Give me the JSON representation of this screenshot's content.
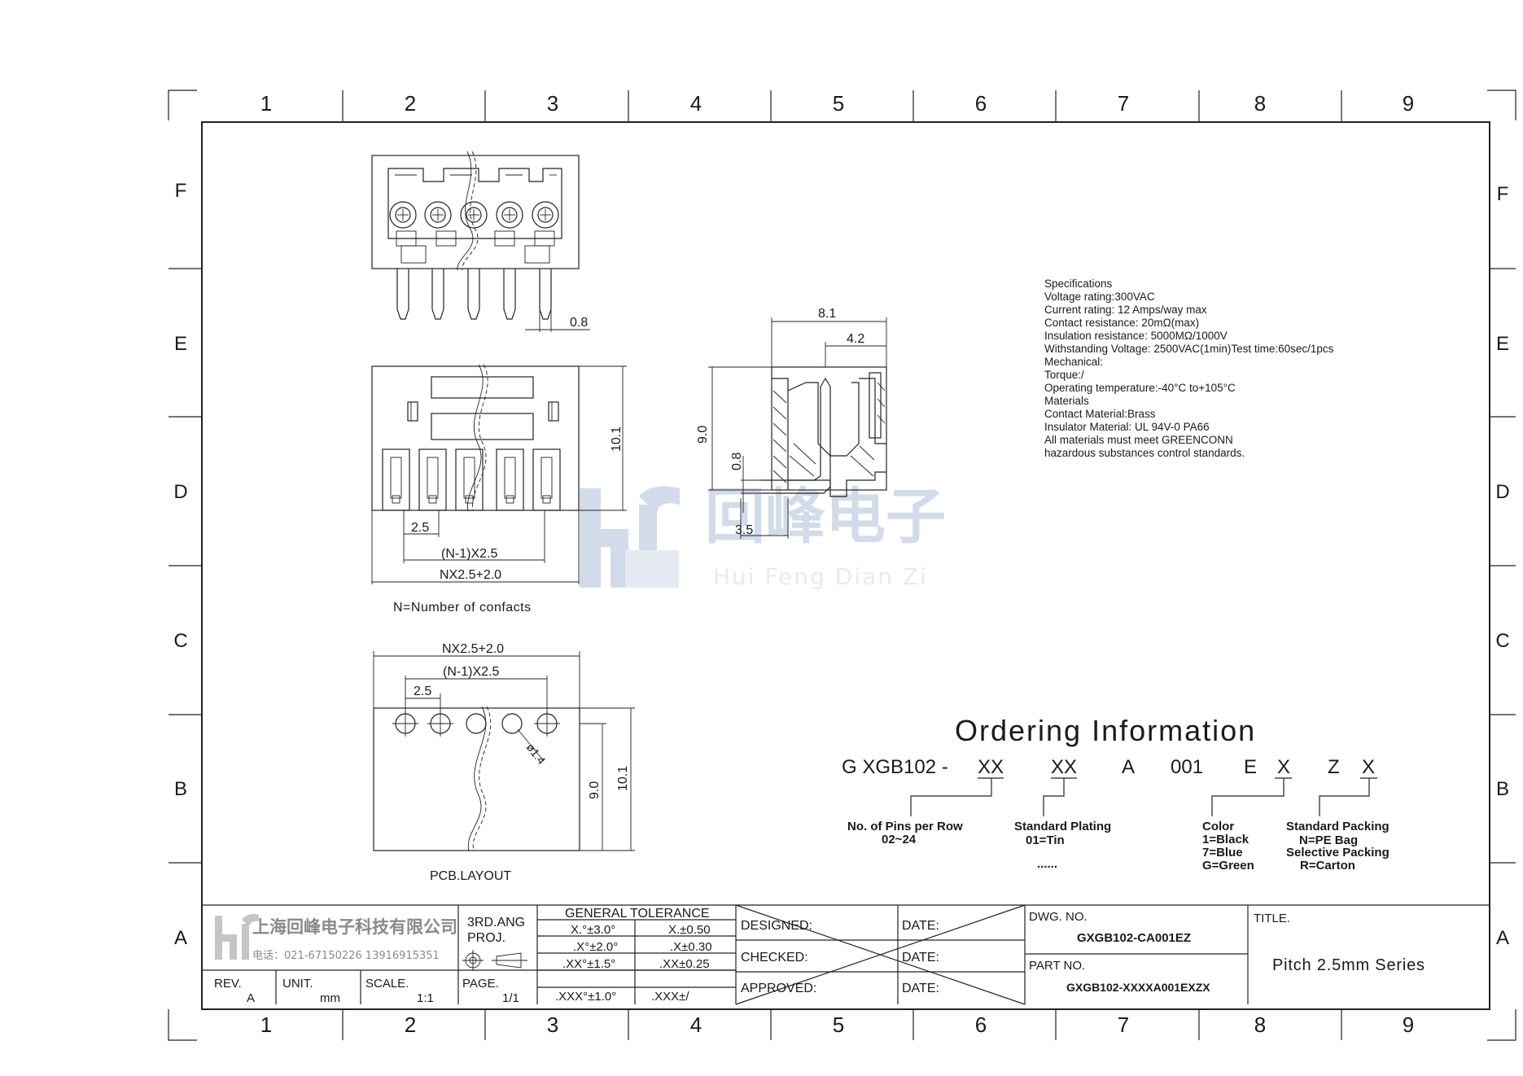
{
  "grid": {
    "columns": [
      "1",
      "2",
      "3",
      "4",
      "5",
      "6",
      "7",
      "8",
      "9"
    ],
    "rows": [
      "F",
      "E",
      "D",
      "C",
      "B",
      "A"
    ]
  },
  "dimensions": {
    "pin_width": "0.8",
    "pitch": "2.5",
    "pitch_span": "(N-1)X2.5",
    "overall_length": "NX2.5+2.0",
    "height": "10.1",
    "side_width": "8.1",
    "side_offset": "4.2",
    "side_height": "9.0",
    "pin_thickness": "0.8",
    "pin_offset": "3.5",
    "pcb_hole": "ø1.4",
    "pcb_span": "9.0",
    "pcb_height": "10.1"
  },
  "notes": {
    "contacts": "N=Number of confacts",
    "pcb_layout": "PCB.LAYOUT"
  },
  "watermark": {
    "chinese": "回峰电子",
    "pinyin": "Hui Feng Dian Zi"
  },
  "specifications": [
    "Specifications",
    "Voltage rating:300VAC",
    "Current rating: 12 Amps/way max",
    "Contact resistance: 20mΩ(max)",
    "Insulation resistance: 5000MΩ/1000V",
    "Withstanding Voltage: 2500VAC(1min)Test time:60sec/1pcs",
    "Mechanical:",
    "Torque:/",
    "Operating temperature:-40°C to+105°C",
    "Materials",
    "Contact Material:Brass",
    "Insulator Material: UL 94V-0 PA66",
    "All materials must meet GREENCONN",
    "hazardous substances control standards."
  ],
  "ordering": {
    "title": "Ordering Information",
    "code": {
      "prefix": "G XGB102 -",
      "pins": "XX",
      "plating": "XX",
      "a": "A",
      "n001": "001",
      "e": "E",
      "color": "X",
      "z": "Z",
      "packing": "X"
    },
    "pins_label": "No. of Pins per Row",
    "pins_range": "02~24",
    "plating_label": "Standard Plating",
    "plating_val": "01=Tin",
    "plating_more": "......",
    "color_label": "Color",
    "color_1": "1=Black",
    "color_7": "7=Blue",
    "color_g": "G=Green",
    "packing_label": "Standard Packing",
    "packing_pe": "N=PE Bag",
    "packing_sel": "Selective Packing",
    "packing_r": "R=Carton"
  },
  "title_block": {
    "company": "上海回峰电子科技有限公司",
    "phone": "电话：021-67150226  13916915351",
    "projection": "3RD.ANG",
    "projection2": "PROJ.",
    "tolerance_title": "GENERAL TOLERANCE",
    "tol": [
      [
        "X.°±3.0°",
        "X.±0.50"
      ],
      [
        ".X°±2.0°",
        ".X±0.30"
      ],
      [
        ".XX°±1.5°",
        ".XX±0.25"
      ],
      [
        ".XXX°±1.0°",
        ".XXX±/"
      ]
    ],
    "designed": "DESIGNED:",
    "checked": "CHECKED:",
    "approved": "APPROVED:",
    "date": "DATE:",
    "dwg_no_label": "DWG. NO.",
    "dwg_no": "GXGB102-CA001EZ",
    "part_no_label": "PART NO.",
    "part_no": "GXGB102-XXXXA001EXZX",
    "title_label": "TITLE.",
    "title": "Pitch 2.5mm Series",
    "rev_label": "REV.",
    "rev": "A",
    "unit_label": "UNIT.",
    "unit": "mm",
    "scale_label": "SCALE.",
    "scale": "1:1",
    "page_label": "PAGE.",
    "page": "1/1"
  }
}
